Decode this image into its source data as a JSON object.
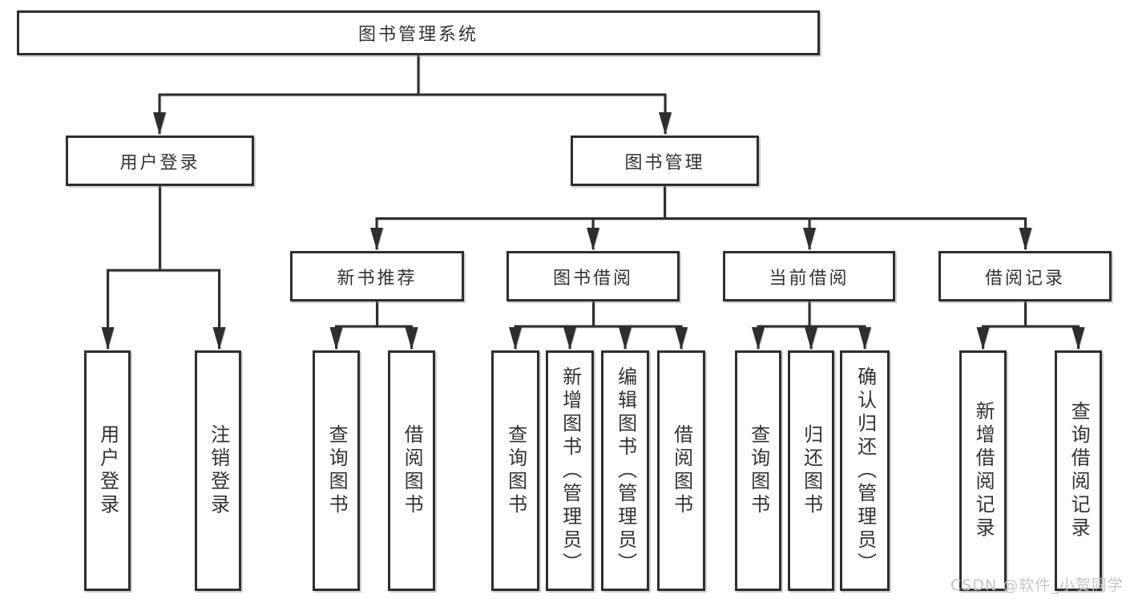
{
  "diagram": {
    "root_label": "图书管理系统",
    "user_branch": {
      "label": "用户登录",
      "children": [
        "用户登录",
        "注销登录"
      ]
    },
    "book_branch": {
      "label": "图书管理",
      "sections": [
        {
          "label": "新书推荐",
          "children": [
            "查询图书",
            "借阅图书"
          ]
        },
        {
          "label": "图书借阅",
          "children": [
            "查询图书",
            "新增图书（管理员）",
            "编辑图书（管理员）",
            "借阅图书"
          ]
        },
        {
          "label": "当前借阅",
          "children": [
            "查询图书",
            "归还图书",
            "确认归还（管理员）"
          ]
        },
        {
          "label": "借阅记录",
          "children": [
            "新增借阅记录",
            "查询借阅记录"
          ]
        }
      ]
    }
  },
  "watermark": "CSDN @软件_小贺同学",
  "colors": {
    "line": "#2e2e2e",
    "text": "#333333",
    "watermark": "#c6c6c6",
    "background": "#ffffff"
  }
}
